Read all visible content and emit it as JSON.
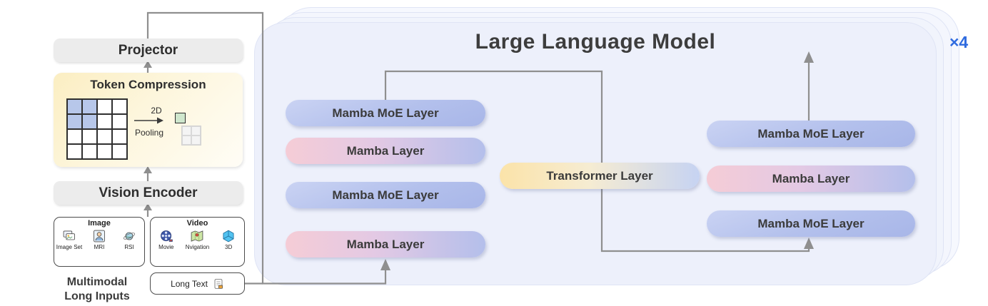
{
  "llm": {
    "title": "Large Language Model",
    "repeat_badge": "×4",
    "left_stack": [
      "Mamba MoE Layer",
      "Mamba Layer",
      "Mamba MoE Layer",
      "Mamba Layer"
    ],
    "middle_layer": "Transformer Layer",
    "right_stack": [
      "Mamba MoE Layer",
      "Mamba Layer",
      "Mamba MoE Layer"
    ]
  },
  "pipeline": {
    "projector": "Projector",
    "token_compression": {
      "title": "Token Compression",
      "pooling_label_top": "2D",
      "pooling_label_bottom": "Pooling"
    },
    "vision_encoder": "Vision Encoder"
  },
  "inputs": {
    "image_group": {
      "title": "Image",
      "items": [
        {
          "label": "Image Set",
          "icon": "image-set-icon"
        },
        {
          "label": "MRI",
          "icon": "mri-icon"
        },
        {
          "label": "RSI",
          "icon": "satellite-icon"
        }
      ]
    },
    "video_group": {
      "title": "Video",
      "items": [
        {
          "label": "Movie",
          "icon": "film-reel-icon"
        },
        {
          "label": "Nvigation",
          "icon": "map-icon"
        },
        {
          "label": "3D",
          "icon": "cube-icon"
        }
      ]
    },
    "long_text": {
      "label": "Long Text",
      "icon": "document-icon"
    },
    "caption_line1": "Multimodal",
    "caption_line2": "Long Inputs"
  },
  "colors": {
    "accent_blue": "#2f6bdf",
    "moe_pill": "#b3c0ec",
    "mamba_pill_pink": "#f5ccd6",
    "transformer_pill_yellow": "#fbe3a9",
    "llm_background": "#edf0fb",
    "token_compression_yellow": "#fbeec2",
    "grid_token_blue": "#b7c7ea",
    "pooled_token_green": "#cfe7cd"
  }
}
